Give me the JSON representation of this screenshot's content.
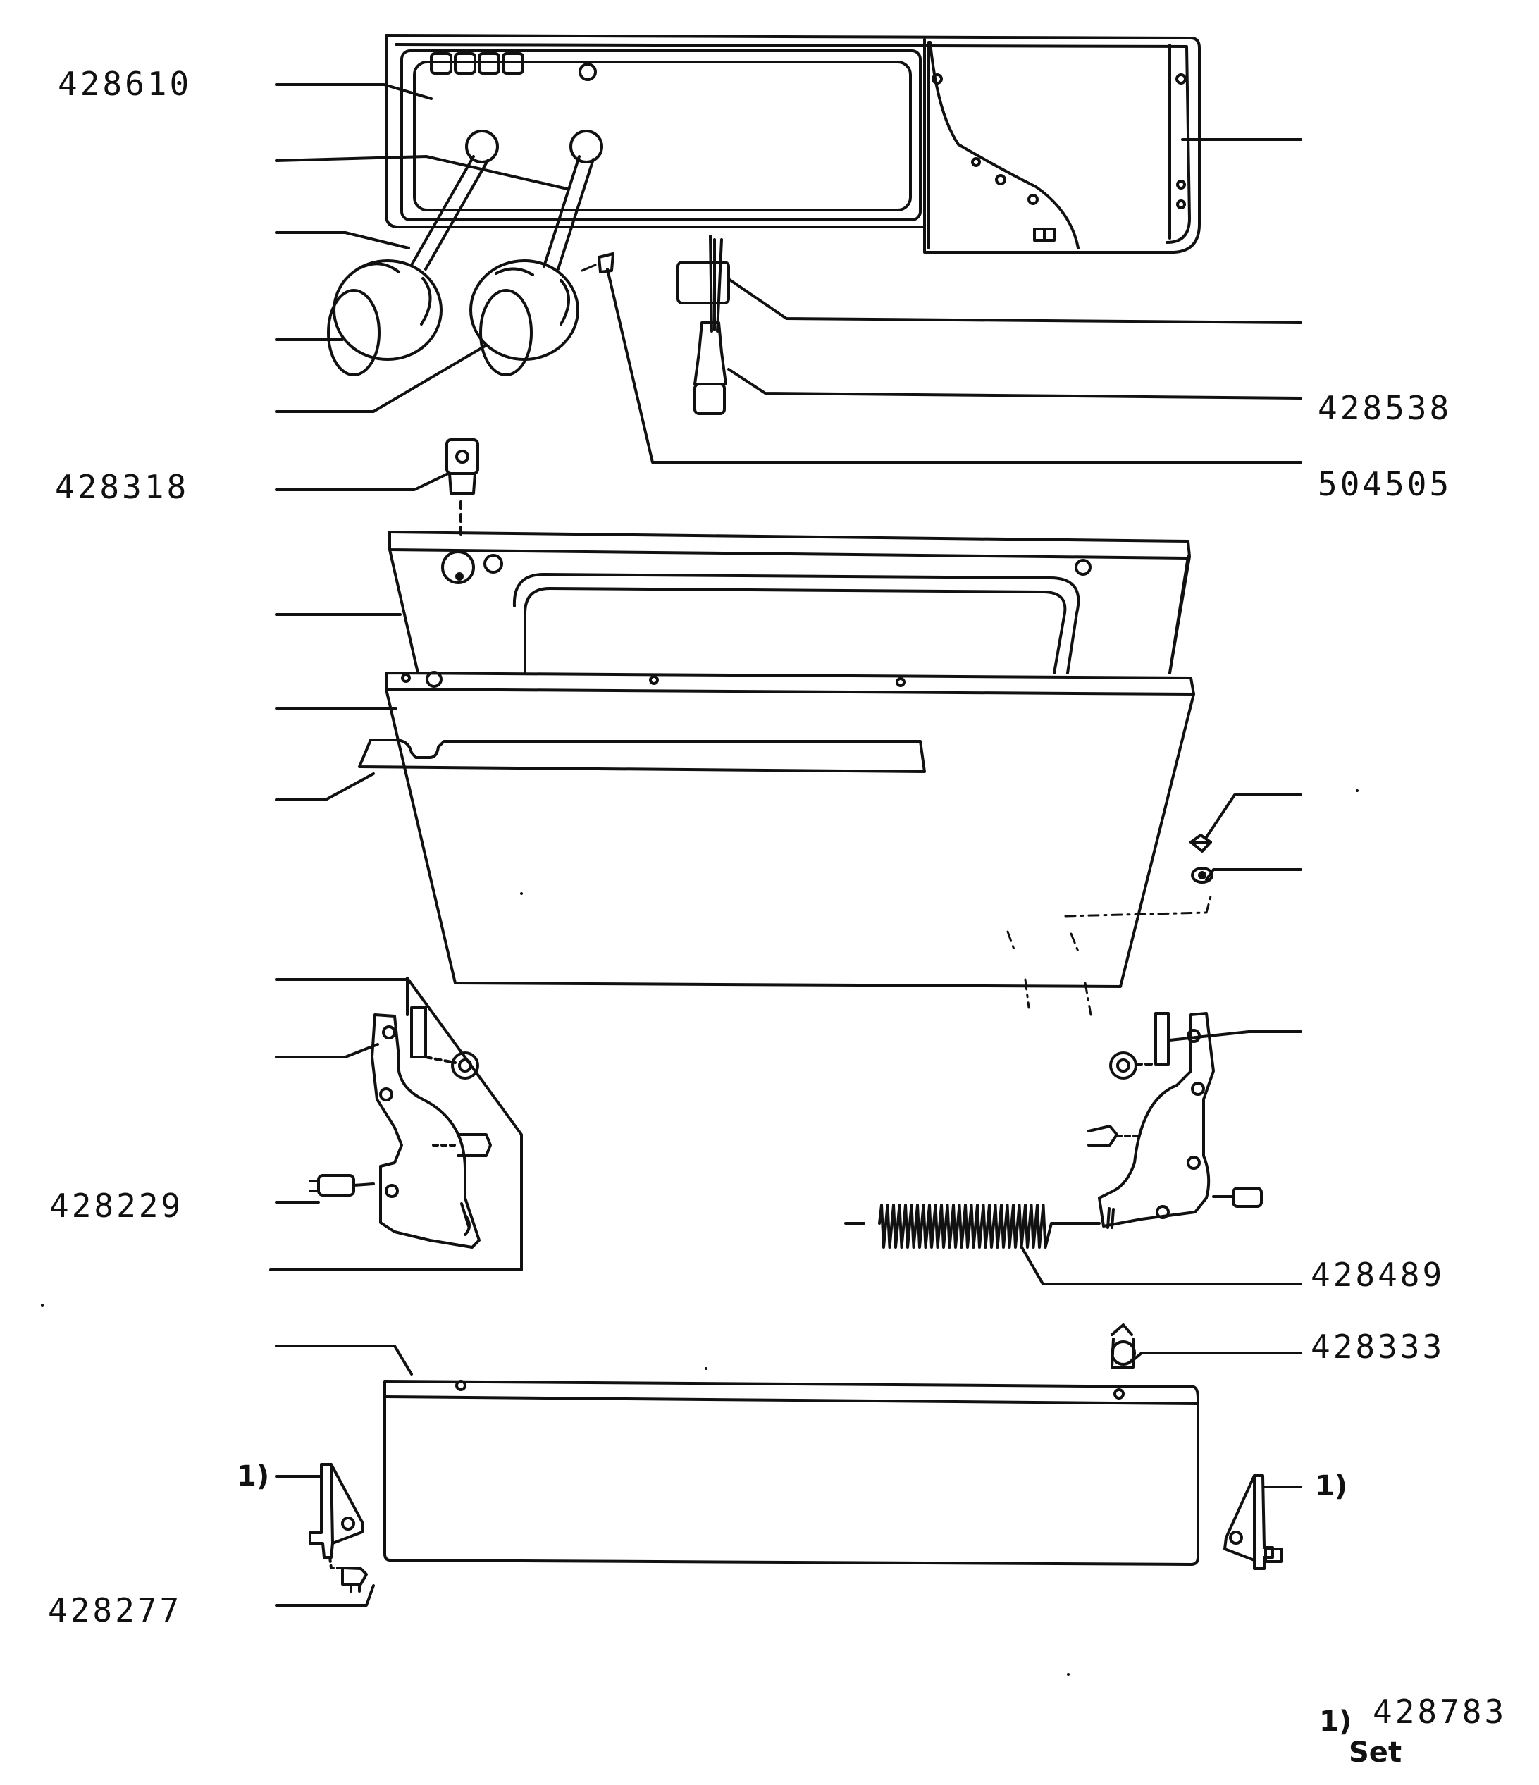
{
  "part_numbers": {
    "p428610": "428610",
    "p428538": "428538",
    "p428318": "428318",
    "p504505": "504505",
    "p428229": "428229",
    "p428489": "428489",
    "p428333": "428333",
    "p428277": "428277"
  },
  "footnote_markers": {
    "left": "1)",
    "right": "1)"
  },
  "footnote": {
    "marker": "1)",
    "part": "428783",
    "label": "Set"
  }
}
